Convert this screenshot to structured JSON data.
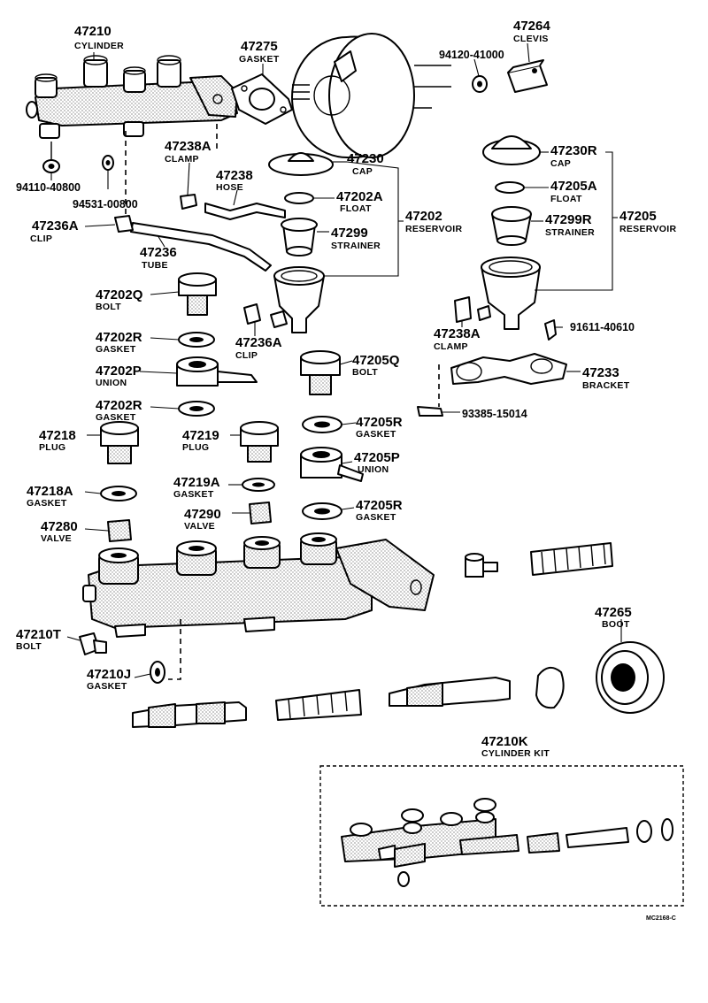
{
  "labels": [
    {
      "id": "47210",
      "number": "47210",
      "name": "CYLINDER"
    },
    {
      "id": "47275",
      "number": "47275",
      "name": "GASKET"
    },
    {
      "id": "47264",
      "number": "47264",
      "name": "CLEVIS"
    },
    {
      "id": "94120-41000",
      "number": "94120-41000",
      "name": ""
    },
    {
      "id": "94110-40800",
      "number": "94110-40800",
      "name": ""
    },
    {
      "id": "94531-00800",
      "number": "94531-00800",
      "name": ""
    },
    {
      "id": "47238A-1",
      "number": "47238A",
      "name": "CLAMP"
    },
    {
      "id": "47238",
      "number": "47238",
      "name": "HOSE"
    },
    {
      "id": "47236A-1",
      "number": "47236A",
      "name": "CLIP"
    },
    {
      "id": "47236",
      "number": "47236",
      "name": "TUBE"
    },
    {
      "id": "47230",
      "number": "47230",
      "name": "CAP"
    },
    {
      "id": "47202A",
      "number": "47202A",
      "name": "FLOAT"
    },
    {
      "id": "47202",
      "number": "47202",
      "name": "RESERVOIR"
    },
    {
      "id": "47299",
      "number": "47299",
      "name": "STRAINER"
    },
    {
      "id": "47230R",
      "number": "47230R",
      "name": "CAP"
    },
    {
      "id": "47205A",
      "number": "47205A",
      "name": "FLOAT"
    },
    {
      "id": "47299R",
      "number": "47299R",
      "name": "STRAINER"
    },
    {
      "id": "47205",
      "number": "47205",
      "name": "RESERVOIR"
    },
    {
      "id": "47202Q",
      "number": "47202Q",
      "name": "BOLT"
    },
    {
      "id": "47236A-2",
      "number": "47236A",
      "name": "CLIP"
    },
    {
      "id": "47238A-2",
      "number": "47238A",
      "name": "CLAMP"
    },
    {
      "id": "91611-40610",
      "number": "91611-40610",
      "name": ""
    },
    {
      "id": "47202R-1",
      "number": "47202R",
      "name": "GASKET"
    },
    {
      "id": "47202P",
      "number": "47202P",
      "name": "UNION"
    },
    {
      "id": "47205Q",
      "number": "47205Q",
      "name": "BOLT"
    },
    {
      "id": "47233",
      "number": "47233",
      "name": "BRACKET"
    },
    {
      "id": "93385-15014",
      "number": "93385-15014",
      "name": ""
    },
    {
      "id": "47202R-2",
      "number": "47202R",
      "name": "GASKET"
    },
    {
      "id": "47205R-1",
      "number": "47205R",
      "name": "GASKET"
    },
    {
      "id": "47218",
      "number": "47218",
      "name": "PLUG"
    },
    {
      "id": "47219",
      "number": "47219",
      "name": "PLUG"
    },
    {
      "id": "47205P",
      "number": "47205P",
      "name": "UNION"
    },
    {
      "id": "47218A",
      "number": "47218A",
      "name": "GASKET"
    },
    {
      "id": "47219A",
      "number": "47219A",
      "name": "GASKET"
    },
    {
      "id": "47205R-2",
      "number": "47205R",
      "name": "GASKET"
    },
    {
      "id": "47280",
      "number": "47280",
      "name": "VALVE"
    },
    {
      "id": "47290",
      "number": "47290",
      "name": "VALVE"
    },
    {
      "id": "47265",
      "number": "47265",
      "name": "BOOT"
    },
    {
      "id": "47210T",
      "number": "47210T",
      "name": "BOLT"
    },
    {
      "id": "47210J",
      "number": "47210J",
      "name": "GASKET"
    },
    {
      "id": "47210K",
      "number": "47210K",
      "name": "CYLINDER KIT"
    }
  ],
  "figure_code": "MC2168-C"
}
